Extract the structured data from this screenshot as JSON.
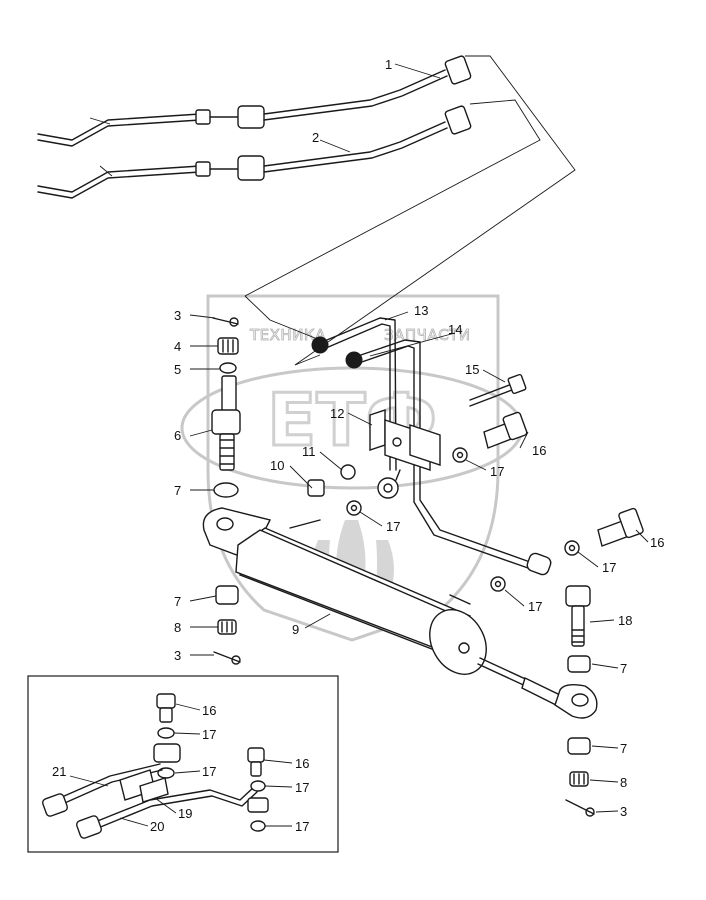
{
  "watermark": {
    "line1": "ТЕХНИКА",
    "line2": "ЗАПЧАСТИ",
    "logo": "ЕТФ"
  },
  "callouts": [
    {
      "id": "c1",
      "text": "1"
    },
    {
      "id": "c2",
      "text": "2"
    },
    {
      "id": "c3a",
      "text": "3"
    },
    {
      "id": "c4",
      "text": "4"
    },
    {
      "id": "c5",
      "text": "5"
    },
    {
      "id": "c6",
      "text": "6"
    },
    {
      "id": "c7a",
      "text": "7"
    },
    {
      "id": "c7b",
      "text": "7"
    },
    {
      "id": "c8a",
      "text": "8"
    },
    {
      "id": "c3b",
      "text": "3"
    },
    {
      "id": "c9",
      "text": "9"
    },
    {
      "id": "c10",
      "text": "10"
    },
    {
      "id": "c11",
      "text": "11"
    },
    {
      "id": "c12",
      "text": "12"
    },
    {
      "id": "c13",
      "text": "13"
    },
    {
      "id": "c14",
      "text": "14"
    },
    {
      "id": "c15",
      "text": "15"
    },
    {
      "id": "c16a",
      "text": "16"
    },
    {
      "id": "c17a",
      "text": "17"
    },
    {
      "id": "c17b",
      "text": "17"
    },
    {
      "id": "c16b",
      "text": "16"
    },
    {
      "id": "c17c",
      "text": "17"
    },
    {
      "id": "c17d",
      "text": "17"
    },
    {
      "id": "c18",
      "text": "18"
    },
    {
      "id": "c7c",
      "text": "7"
    },
    {
      "id": "c7d",
      "text": "7"
    },
    {
      "id": "c8b",
      "text": "8"
    },
    {
      "id": "c3c",
      "text": "3"
    },
    {
      "id": "c16c",
      "text": "16"
    },
    {
      "id": "c17e",
      "text": "17"
    },
    {
      "id": "c21",
      "text": "21"
    },
    {
      "id": "c17f",
      "text": "17"
    },
    {
      "id": "c16d",
      "text": "16"
    },
    {
      "id": "c17g",
      "text": "17"
    },
    {
      "id": "c19",
      "text": "19"
    },
    {
      "id": "c20",
      "text": "20"
    },
    {
      "id": "c17h",
      "text": "17"
    }
  ]
}
